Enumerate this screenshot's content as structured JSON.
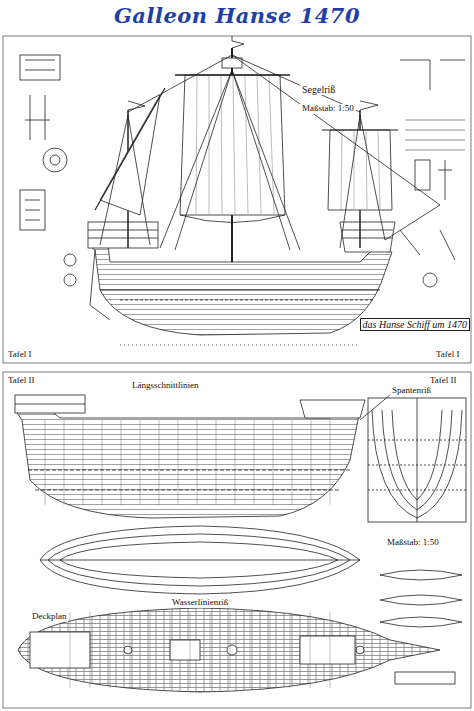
{
  "diagram": {
    "title": "Galleon Hanse 1470",
    "labels": [
      "Segelriß",
      "Maßstab: 1:50",
      "das Hanse Schiff um 1470",
      "Tafel I",
      "Tafel I",
      "Längsschnittlinien",
      "Spantenriß",
      "Maßstab: 1:50",
      "Wasserlinienriß",
      "Deckplan",
      "Tafel II",
      "Tafel II"
    ]
  }
}
